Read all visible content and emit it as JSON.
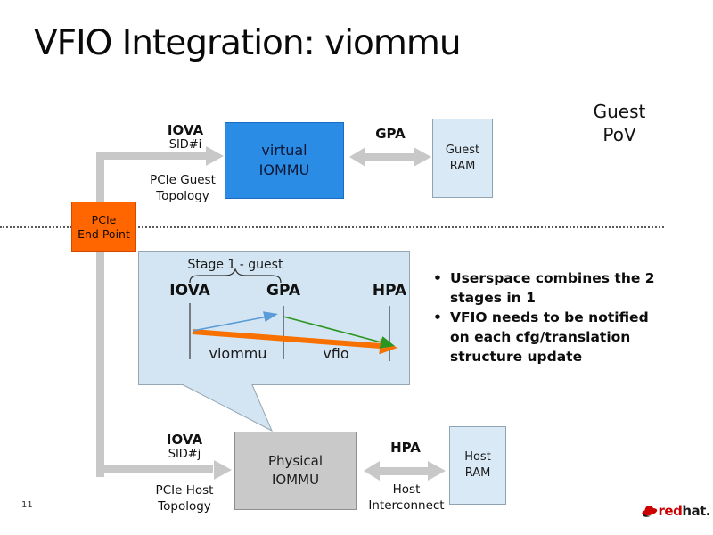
{
  "title": "VFIO Integration: viommu",
  "page_number": "11",
  "guest_pov": {
    "line1": "Guest",
    "line2": "PoV"
  },
  "guest_flow": {
    "iova": "IOVA",
    "sid": "SID#i",
    "topology_line1": "PCIe Guest",
    "topology_line2": "Topology",
    "gpa": "GPA",
    "viommu_line1": "virtual",
    "viommu_line2": "IOMMU",
    "ram_line1": "Guest",
    "ram_line2": "RAM"
  },
  "endpoint": {
    "line1": "PCIe",
    "line2": "End Point"
  },
  "callout": {
    "stage": "Stage 1 - guest",
    "iova": "IOVA",
    "gpa": "GPA",
    "hpa": "HPA",
    "viommu": "viommu",
    "vfio": "vfio"
  },
  "bullets": [
    {
      "lines": [
        "Userspace combines the 2",
        "stages in 1"
      ]
    },
    {
      "lines": [
        "VFIO needs to be notified",
        "on each cfg/translation",
        "structure update"
      ]
    }
  ],
  "host_flow": {
    "iova": "IOVA",
    "sid": "SID#j",
    "topology_line1": "PCIe Host",
    "topology_line2": "Topology",
    "hpa": "HPA",
    "interconnect_line1": "Host",
    "interconnect_line2": "Interconnect",
    "piommu_line1": "Physical",
    "piommu_line2": "IOMMU",
    "ram_line1": "Host",
    "ram_line2": "RAM"
  },
  "logo": {
    "red": "red",
    "hat": "hat."
  },
  "colors": {
    "viommu_box": "#2b8ce6",
    "endpoint_box": "#ff6600",
    "physical_box": "#c9c9c9",
    "ram_box": "#d9e9f6",
    "callout_box": "#d3e5f2",
    "connector_gray": "#c8c8c8",
    "arrow_blue": "#5a9bd8",
    "arrow_green": "#2a9622",
    "arrow_orange": "#f87000",
    "redhat_red": "#cc0000"
  }
}
